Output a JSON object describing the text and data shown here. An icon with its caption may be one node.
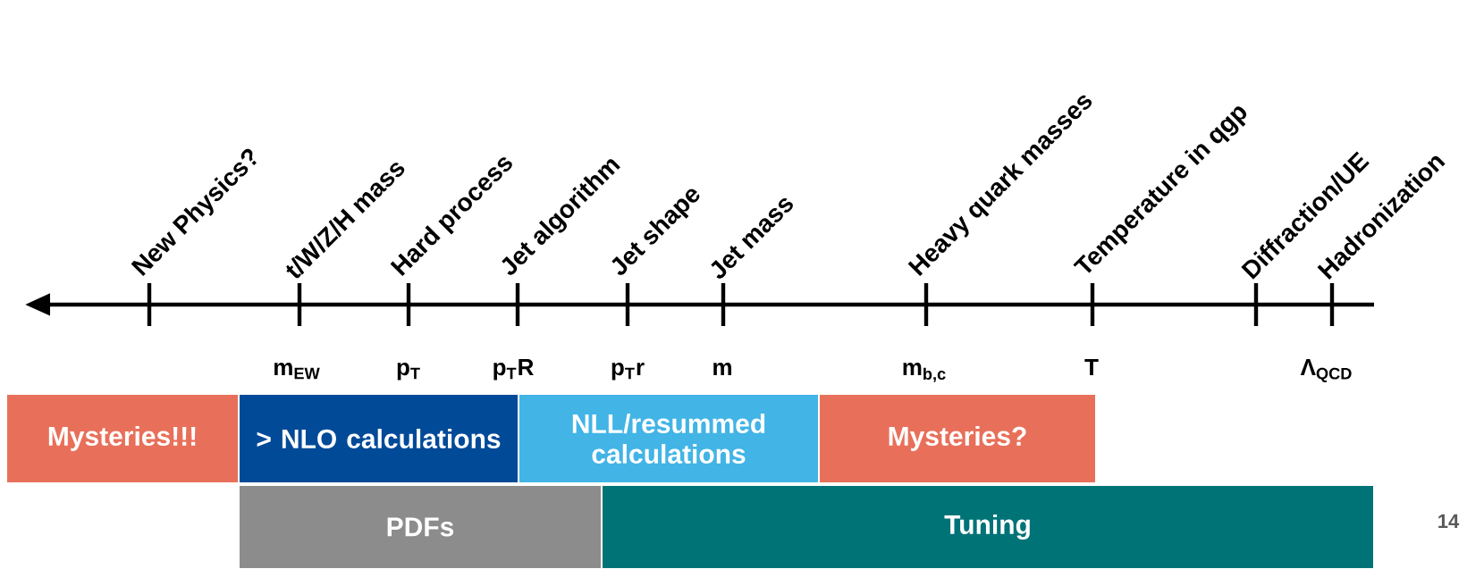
{
  "diagram": {
    "nodes": [
      {
        "text": [
          "Mysteries!!!"
        ]
      },
      {
        "text": [
          "> NLO calculations"
        ]
      },
      {
        "text": [
          "NLL/resummed calculations"
        ]
      },
      {
        "text": [
          "Mysteries?"
        ]
      },
      {
        "text": [
          "PDFs"
        ]
      },
      {
        "text": [
          "Tuning"
        ]
      }
    ],
    "labels": [
      "New Physics?",
      "t/W/Z/H mass",
      "Hard process",
      "Jet algorithm",
      "Jet shape",
      "Jet mass",
      "Heavy quark masses",
      "Temperature in qgp",
      "Diffraction/UE",
      "Hadronization",
      "m$_{EW}$",
      "p$_{T}$",
      "p$_{T}$R",
      "p$_{T}$r",
      "m",
      "m$_{b,c}$",
      "T",
      "Λ$_{QCD}$",
      "14"
    ]
  }
}
